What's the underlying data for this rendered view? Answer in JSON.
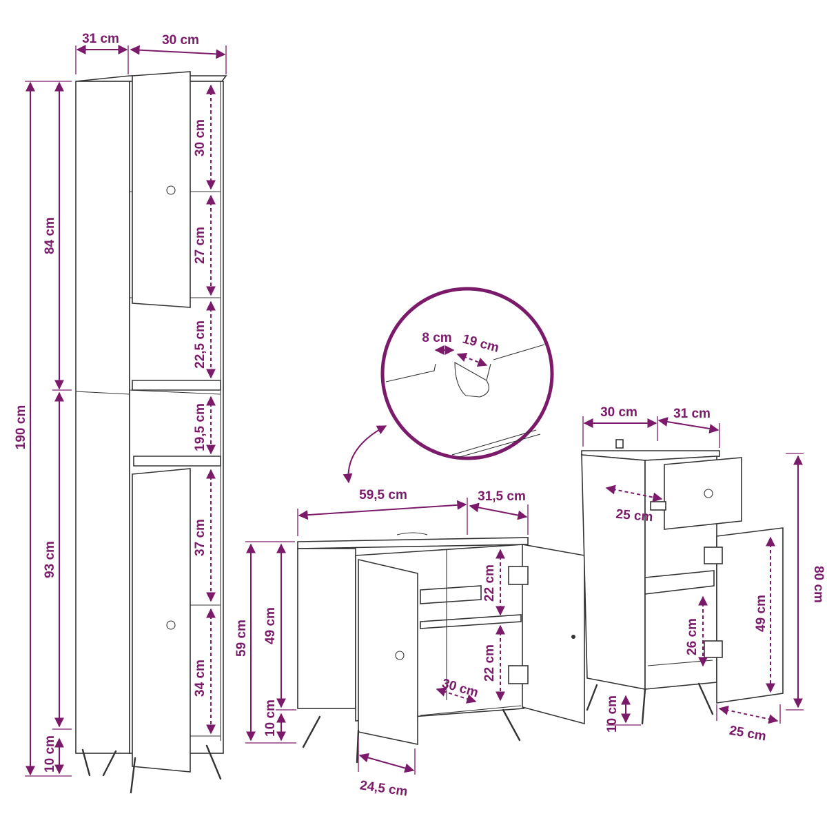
{
  "colors": {
    "dimension": "#7b1a6b",
    "line": "#333333",
    "background": "#ffffff"
  },
  "tall_cabinet": {
    "depth": "31 cm",
    "width": "30 cm",
    "total_height": "190 cm",
    "upper_height": "84 cm",
    "lower_height": "93 cm",
    "leg_height": "10 cm",
    "shelf_1": "30 cm",
    "shelf_2": "27 cm",
    "shelf_3": "22,5 cm",
    "shelf_4": "19,5 cm",
    "shelf_5": "37 cm",
    "shelf_6": "34 cm"
  },
  "detail": {
    "cutout_width": "8 cm",
    "cutout_depth": "19 cm"
  },
  "sink_cabinet": {
    "width": "59,5 cm",
    "depth": "31,5 cm",
    "total_height": "59 cm",
    "body_height": "49 cm",
    "leg_height": "10 cm",
    "shelf_upper": "22 cm",
    "shelf_lower": "22 cm",
    "inner_depth": "30 cm",
    "door_width": "24,5 cm"
  },
  "side_cabinet": {
    "width": "30 cm",
    "depth": "31 cm",
    "drawer_depth": "25 cm",
    "total_height": "80 cm",
    "door_height": "49 cm",
    "shelf": "26 cm",
    "leg_height": "10 cm",
    "door_width": "25 cm"
  }
}
